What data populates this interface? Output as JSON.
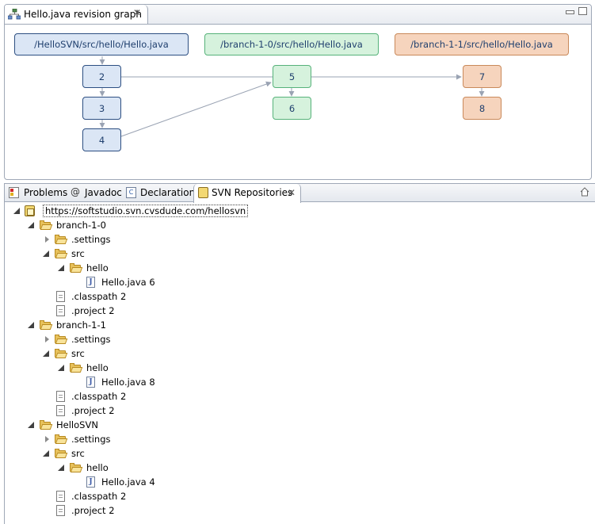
{
  "editor": {
    "tab_title": "Hello.java revision graph",
    "close_glyph": "✕",
    "icon": "revision-graph-icon"
  },
  "graph": {
    "colors": {
      "trunk_fill": "#dbe6f5",
      "trunk_border": "#2d4f82",
      "branch10_fill": "#d6f2dd",
      "branch10_border": "#57b27a",
      "branch11_fill": "#f6d4bd",
      "branch11_border": "#c9895a",
      "edge": "#9aa3b3"
    },
    "branches": [
      {
        "path": "/HelloSVN/src/hello/Hello.java",
        "revisions": [
          "2",
          "3",
          "4"
        ]
      },
      {
        "path": "/branch-1-0/src/hello/Hello.java",
        "revisions": [
          "5",
          "6"
        ]
      },
      {
        "path": "/branch-1-1/src/hello/Hello.java",
        "revisions": [
          "7",
          "8"
        ]
      }
    ]
  },
  "views": {
    "tabs": [
      {
        "label": "Problems",
        "icon": "problems-icon"
      },
      {
        "label": "Javadoc",
        "icon": "at-sign-icon"
      },
      {
        "label": "Declaration",
        "icon": "declaration-icon"
      },
      {
        "label": "SVN Repositories",
        "icon": "svn-repository-icon",
        "active": true
      }
    ],
    "close_glyph": "✕",
    "toolbar_icon": "home-icon"
  },
  "tree": {
    "root": "https://softstudio.svn.cvsdude.com/hellosvn",
    "groups": [
      {
        "name": "branch-1-0",
        "settings": ".settings",
        "src": "src",
        "hello": "hello",
        "java": "Hello.java 6",
        "classpath": ".classpath 2",
        "project": ".project 2"
      },
      {
        "name": "branch-1-1",
        "settings": ".settings",
        "src": "src",
        "hello": "hello",
        "java": "Hello.java 8",
        "classpath": ".classpath 2",
        "project": ".project 2"
      },
      {
        "name": "HelloSVN",
        "settings": ".settings",
        "src": "src",
        "hello": "hello",
        "java": "Hello.java 4",
        "classpath": ".classpath 2",
        "project": ".project 2"
      }
    ]
  }
}
